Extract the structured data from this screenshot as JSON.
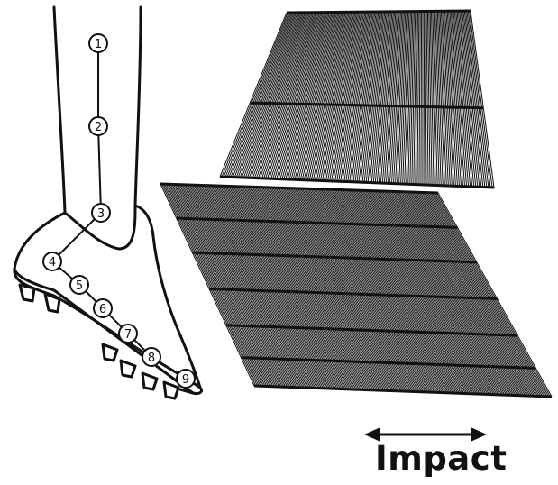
{
  "figure": {
    "impact_label": "Impact",
    "marker_labels": [
      "1",
      "2",
      "3",
      "4",
      "5",
      "6",
      "7",
      "8",
      "9"
    ]
  },
  "colors": {
    "ink": "#111111",
    "background": "#ffffff"
  },
  "icons": {
    "impact_arrow": "double-headed-horizontal-arrow"
  }
}
